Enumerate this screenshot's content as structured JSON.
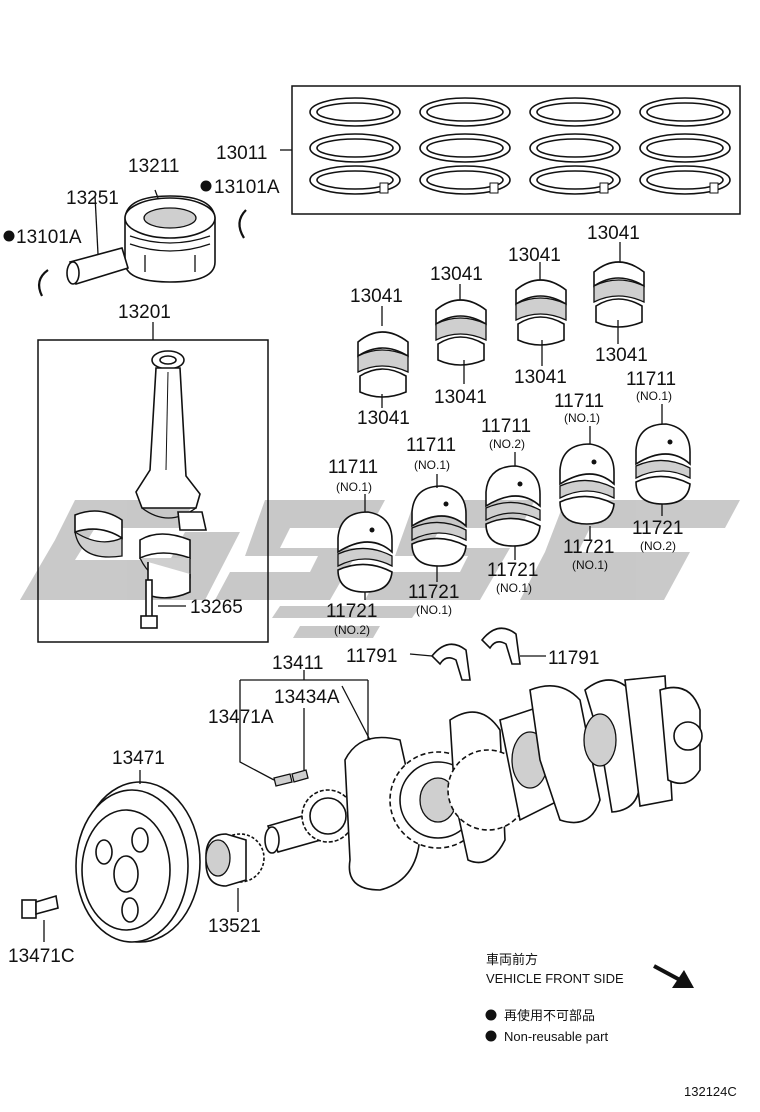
{
  "labels": {
    "piston_ring_set": "13011",
    "piston": "13211",
    "pin_clip_right": "13101A",
    "pin_clip_left": "13101A",
    "piston_pin": "13251",
    "connecting_rod_assy": "13201",
    "rod_bolt": "13265",
    "rod_bearing_1": "13041",
    "rod_bearing_2": "13041",
    "rod_bearing_3": "13041",
    "rod_bearing_4": "13041",
    "rod_bearing_5": "13041",
    "rod_bearing_6": "13041",
    "rod_bearing_7": "13041",
    "rod_bearing_8": "13041",
    "main_bearing_upper_1": "11711",
    "main_bearing_upper_2": "11711",
    "main_bearing_upper_3": "11711",
    "main_bearing_upper_4": "11711",
    "main_bearing_upper_5": "11711",
    "main_bearing_lower_1": "11721",
    "main_bearing_lower_2": "11721",
    "main_bearing_lower_3": "11721",
    "main_bearing_lower_4": "11721",
    "main_bearing_lower_5": "11721",
    "thrust_washer_left": "11791",
    "thrust_washer_right": "11791",
    "crankshaft": "13411",
    "crank_key_a": "13434A",
    "pulley_key": "13471A",
    "crank_pulley": "13471",
    "pulley_bolt": "13471C",
    "crank_timing_sprocket": "13521"
  },
  "sublabels": {
    "no1": "(NO.1)",
    "no2": "(NO.2)"
  },
  "legend": {
    "direction_jp": "車両前方",
    "direction_en": "VEHICLE FRONT SIDE",
    "nonreusable_jp": "再使用不可部品",
    "nonreusable_en": "Non-reusable part"
  },
  "figure_id": "132124C",
  "colors": {
    "ink": "#111111",
    "watermark": "#c4c4c4"
  },
  "icons": {
    "direction_arrow": "arrow-down-right-icon",
    "nonreusable_mark": "filled-circle-icon"
  }
}
